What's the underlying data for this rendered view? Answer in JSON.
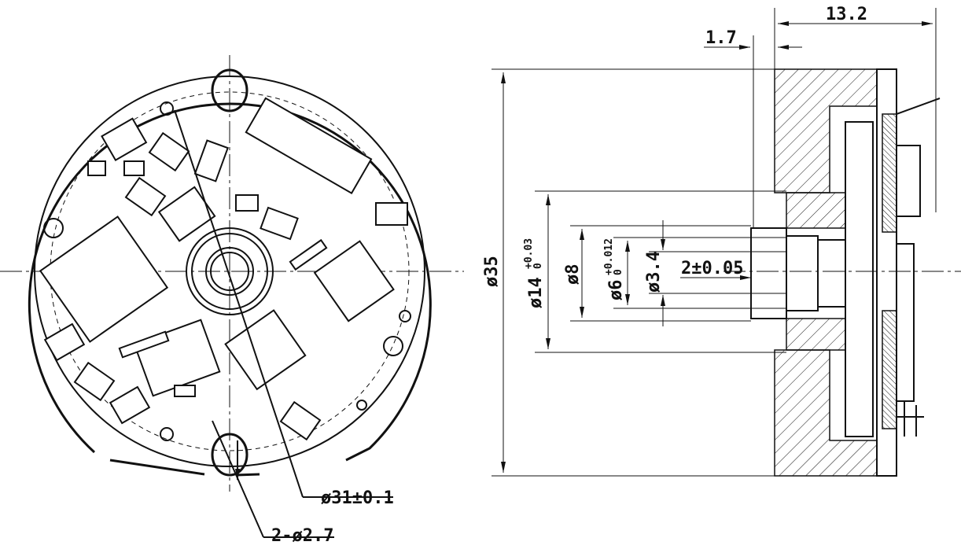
{
  "drawing": {
    "front_view": {
      "pcd_label": "ø31±0.1",
      "holes_label": "2-ø2.7"
    },
    "side_view": {
      "length_label": "13.2",
      "offset_label": "1.7",
      "outer_dia_label": "ø35",
      "hub_dia_label": "ø14",
      "hub_tol_upper": "+0.03",
      "hub_tol_lower": "0",
      "bore_dia_label": "ø8",
      "shaft_dia_label": "ø6",
      "shaft_tol_upper": "+0.012",
      "shaft_tol_lower": "0",
      "inner_dia_label": "ø3.4",
      "flat_label": "2±0.05"
    }
  }
}
